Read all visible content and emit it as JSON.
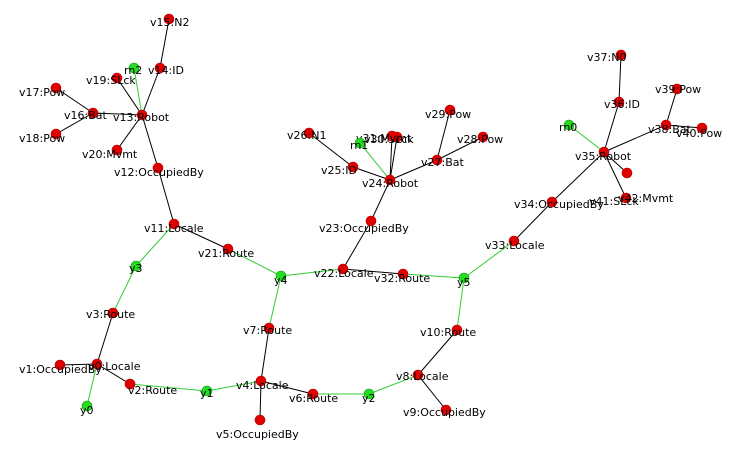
{
  "colors": {
    "background": "#ffffff",
    "node_red": "#e00000",
    "node_red_stroke": "#b00000",
    "node_green": "#22dd22",
    "node_green_stroke": "#119911",
    "edge_black": "#000000",
    "edge_green": "#33cc33",
    "label": "#000000"
  },
  "nodes": [
    {
      "id": "v0",
      "label": "v0:Locale",
      "color": "red"
    },
    {
      "id": "v1",
      "label": "v1:OccupiedBy",
      "color": "red"
    },
    {
      "id": "v2",
      "label": "v2:Route",
      "color": "red"
    },
    {
      "id": "v3",
      "label": "v3:Route",
      "color": "red"
    },
    {
      "id": "v4",
      "label": "v4:Locale",
      "color": "red"
    },
    {
      "id": "v5",
      "label": "v5:OccupiedBy",
      "color": "red"
    },
    {
      "id": "v6",
      "label": "v6:Route",
      "color": "red"
    },
    {
      "id": "v7",
      "label": "v7:Route",
      "color": "red"
    },
    {
      "id": "v8",
      "label": "v8:Locale",
      "color": "red"
    },
    {
      "id": "v9",
      "label": "v9:OccupiedBy",
      "color": "red"
    },
    {
      "id": "v10",
      "label": "v10:Route",
      "color": "red"
    },
    {
      "id": "v11",
      "label": "v11:Locale",
      "color": "red"
    },
    {
      "id": "v12",
      "label": "v12:OccupiedBy",
      "color": "red"
    },
    {
      "id": "v13",
      "label": "v13:Robot",
      "color": "red"
    },
    {
      "id": "v14",
      "label": "v14:ID",
      "color": "red"
    },
    {
      "id": "v15",
      "label": "v15:N2",
      "color": "red"
    },
    {
      "id": "v16",
      "label": "v16:Bat",
      "color": "red"
    },
    {
      "id": "v17",
      "label": "v17:Pow",
      "color": "red"
    },
    {
      "id": "v18",
      "label": "v18:Pow",
      "color": "red"
    },
    {
      "id": "v19",
      "label": "v19:SLck",
      "color": "red"
    },
    {
      "id": "v20",
      "label": "v20:Mvmt",
      "color": "red"
    },
    {
      "id": "v21",
      "label": "v21:Route",
      "color": "red"
    },
    {
      "id": "v22",
      "label": "v22:Locale",
      "color": "red"
    },
    {
      "id": "v23",
      "label": "v23:OccupiedBy",
      "color": "red"
    },
    {
      "id": "v24",
      "label": "v24:Robot",
      "color": "red"
    },
    {
      "id": "v25",
      "label": "v25:ID",
      "color": "red"
    },
    {
      "id": "v26",
      "label": "v26:N1",
      "color": "red"
    },
    {
      "id": "v27",
      "label": "v27:Bat",
      "color": "red"
    },
    {
      "id": "v28",
      "label": "v28:Pow",
      "color": "red"
    },
    {
      "id": "v29",
      "label": "v29:Pow",
      "color": "red"
    },
    {
      "id": "v30",
      "label": "v30:SLck",
      "color": "red"
    },
    {
      "id": "v31",
      "label": "v31:Mvmt",
      "color": "red"
    },
    {
      "id": "v32",
      "label": "v32:Route",
      "color": "red"
    },
    {
      "id": "v33",
      "label": "v33:Locale",
      "color": "red"
    },
    {
      "id": "v34",
      "label": "v34:OccupiedBy",
      "color": "red"
    },
    {
      "id": "v35",
      "label": "v35:Robot",
      "color": "red"
    },
    {
      "id": "v36",
      "label": "v36:ID",
      "color": "red"
    },
    {
      "id": "v37",
      "label": "v37:N0",
      "color": "red"
    },
    {
      "id": "v38",
      "label": "v38:Bat",
      "color": "red"
    },
    {
      "id": "v39",
      "label": "v39:Pow",
      "color": "red"
    },
    {
      "id": "v40",
      "label": "v40:Pow",
      "color": "red"
    },
    {
      "id": "v41",
      "label": "v41:SLck",
      "color": "red"
    },
    {
      "id": "v42",
      "label": "v42:Mvmt",
      "color": "red"
    },
    {
      "id": "y0",
      "label": "y0",
      "color": "green"
    },
    {
      "id": "y1",
      "label": "y1",
      "color": "green"
    },
    {
      "id": "y2",
      "label": "y2",
      "color": "green"
    },
    {
      "id": "y3",
      "label": "y3",
      "color": "green"
    },
    {
      "id": "y4",
      "label": "y4",
      "color": "green"
    },
    {
      "id": "y5",
      "label": "y5",
      "color": "green"
    },
    {
      "id": "rn0",
      "label": "rn0",
      "color": "green"
    },
    {
      "id": "rn1",
      "label": "rn1",
      "color": "green"
    },
    {
      "id": "rn2",
      "label": "rn2",
      "color": "green"
    }
  ],
  "edges": [
    {
      "from": "v0",
      "to": "v1",
      "color": "black"
    },
    {
      "from": "v0",
      "to": "v2",
      "color": "black"
    },
    {
      "from": "v0",
      "to": "v3",
      "color": "black"
    },
    {
      "from": "v0",
      "to": "y0",
      "color": "green"
    },
    {
      "from": "v2",
      "to": "y1",
      "color": "green"
    },
    {
      "from": "y1",
      "to": "v4",
      "color": "green"
    },
    {
      "from": "v3",
      "to": "y3",
      "color": "green"
    },
    {
      "from": "y3",
      "to": "v11",
      "color": "green"
    },
    {
      "from": "v4",
      "to": "v5",
      "color": "black"
    },
    {
      "from": "v4",
      "to": "v6",
      "color": "black"
    },
    {
      "from": "v4",
      "to": "v7",
      "color": "black"
    },
    {
      "from": "v6",
      "to": "y2",
      "color": "green"
    },
    {
      "from": "y2",
      "to": "v8",
      "color": "green"
    },
    {
      "from": "v7",
      "to": "y4",
      "color": "green"
    },
    {
      "from": "v8",
      "to": "v9",
      "color": "black"
    },
    {
      "from": "v8",
      "to": "v10",
      "color": "black"
    },
    {
      "from": "v10",
      "to": "y5",
      "color": "green"
    },
    {
      "from": "v11",
      "to": "v12",
      "color": "black"
    },
    {
      "from": "v11",
      "to": "v21",
      "color": "black"
    },
    {
      "from": "v12",
      "to": "v13",
      "color": "black"
    },
    {
      "from": "v13",
      "to": "v14",
      "color": "black"
    },
    {
      "from": "v14",
      "to": "v15",
      "color": "black"
    },
    {
      "from": "v13",
      "to": "v16",
      "color": "black"
    },
    {
      "from": "v16",
      "to": "v17",
      "color": "black"
    },
    {
      "from": "v16",
      "to": "v18",
      "color": "black"
    },
    {
      "from": "v13",
      "to": "v19",
      "color": "black"
    },
    {
      "from": "v13",
      "to": "v20",
      "color": "black"
    },
    {
      "from": "v13",
      "to": "rn2",
      "color": "green"
    },
    {
      "from": "v21",
      "to": "y4",
      "color": "green"
    },
    {
      "from": "y4",
      "to": "v22",
      "color": "green"
    },
    {
      "from": "v22",
      "to": "v23",
      "color": "black"
    },
    {
      "from": "v22",
      "to": "v32",
      "color": "black"
    },
    {
      "from": "v23",
      "to": "v24",
      "color": "black"
    },
    {
      "from": "v24",
      "to": "v25",
      "color": "black"
    },
    {
      "from": "v25",
      "to": "v26",
      "color": "black"
    },
    {
      "from": "v24",
      "to": "v27",
      "color": "black"
    },
    {
      "from": "v27",
      "to": "v28",
      "color": "black"
    },
    {
      "from": "v27",
      "to": "v29",
      "color": "black"
    },
    {
      "from": "v24",
      "to": "v30",
      "color": "black"
    },
    {
      "from": "v24",
      "to": "v31",
      "color": "black"
    },
    {
      "from": "v24",
      "to": "rn1",
      "color": "green"
    },
    {
      "from": "v32",
      "to": "y5",
      "color": "green"
    },
    {
      "from": "y5",
      "to": "v33",
      "color": "green"
    },
    {
      "from": "v33",
      "to": "v34",
      "color": "black"
    },
    {
      "from": "v34",
      "to": "v35",
      "color": "black"
    },
    {
      "from": "v35",
      "to": "v36",
      "color": "black"
    },
    {
      "from": "v36",
      "to": "v37",
      "color": "black"
    },
    {
      "from": "v35",
      "to": "v38",
      "color": "black"
    },
    {
      "from": "v38",
      "to": "v39",
      "color": "black"
    },
    {
      "from": "v38",
      "to": "v40",
      "color": "black"
    },
    {
      "from": "v35",
      "to": "v41",
      "color": "black"
    },
    {
      "from": "v35",
      "to": "v42",
      "color": "black"
    },
    {
      "from": "v35",
      "to": "rn0",
      "color": "green"
    }
  ]
}
